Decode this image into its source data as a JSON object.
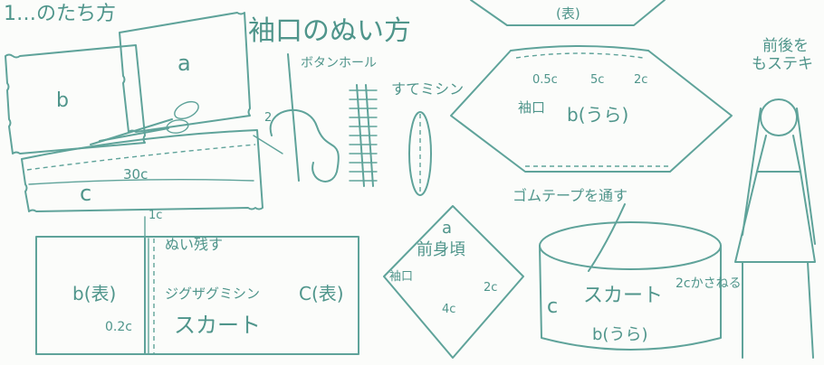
{
  "header": {
    "top_left_fragment": "1…のたち方",
    "sleeve_title": "袖口のぬい方",
    "buttonhole_stitch": "ボタンホール",
    "blind_stitch": "すてミシン"
  },
  "cutting": {
    "piece_a": "a",
    "piece_b": "b",
    "piece_c": "c",
    "width_30": "30c",
    "seam_1": "1c",
    "leave_open": "ぬい残す",
    "zigzag": "ジグザグミシン",
    "b_front": "b(表)",
    "c_front": "C(表)",
    "seam_02": "0.2c",
    "skirt": "スカート"
  },
  "sleeve_diagram": {
    "front_mark": "(表)",
    "d05": "0.5c",
    "d5": "5c",
    "d2": "2c",
    "sleeve": "袖口",
    "b_back": "b(うら)"
  },
  "bodice": {
    "piece": "a",
    "name": "前身頃",
    "sleeve": "袖口",
    "d2": "2c",
    "d4": "4c"
  },
  "skirt_tube": {
    "rubber_tape": "ゴムテープを通す",
    "c": "c",
    "skirt": "スカート",
    "b_back": "b(うら)",
    "overlap": "2cかさねる"
  },
  "side_note": {
    "line1": "前後を",
    "line2": "もステキ"
  }
}
